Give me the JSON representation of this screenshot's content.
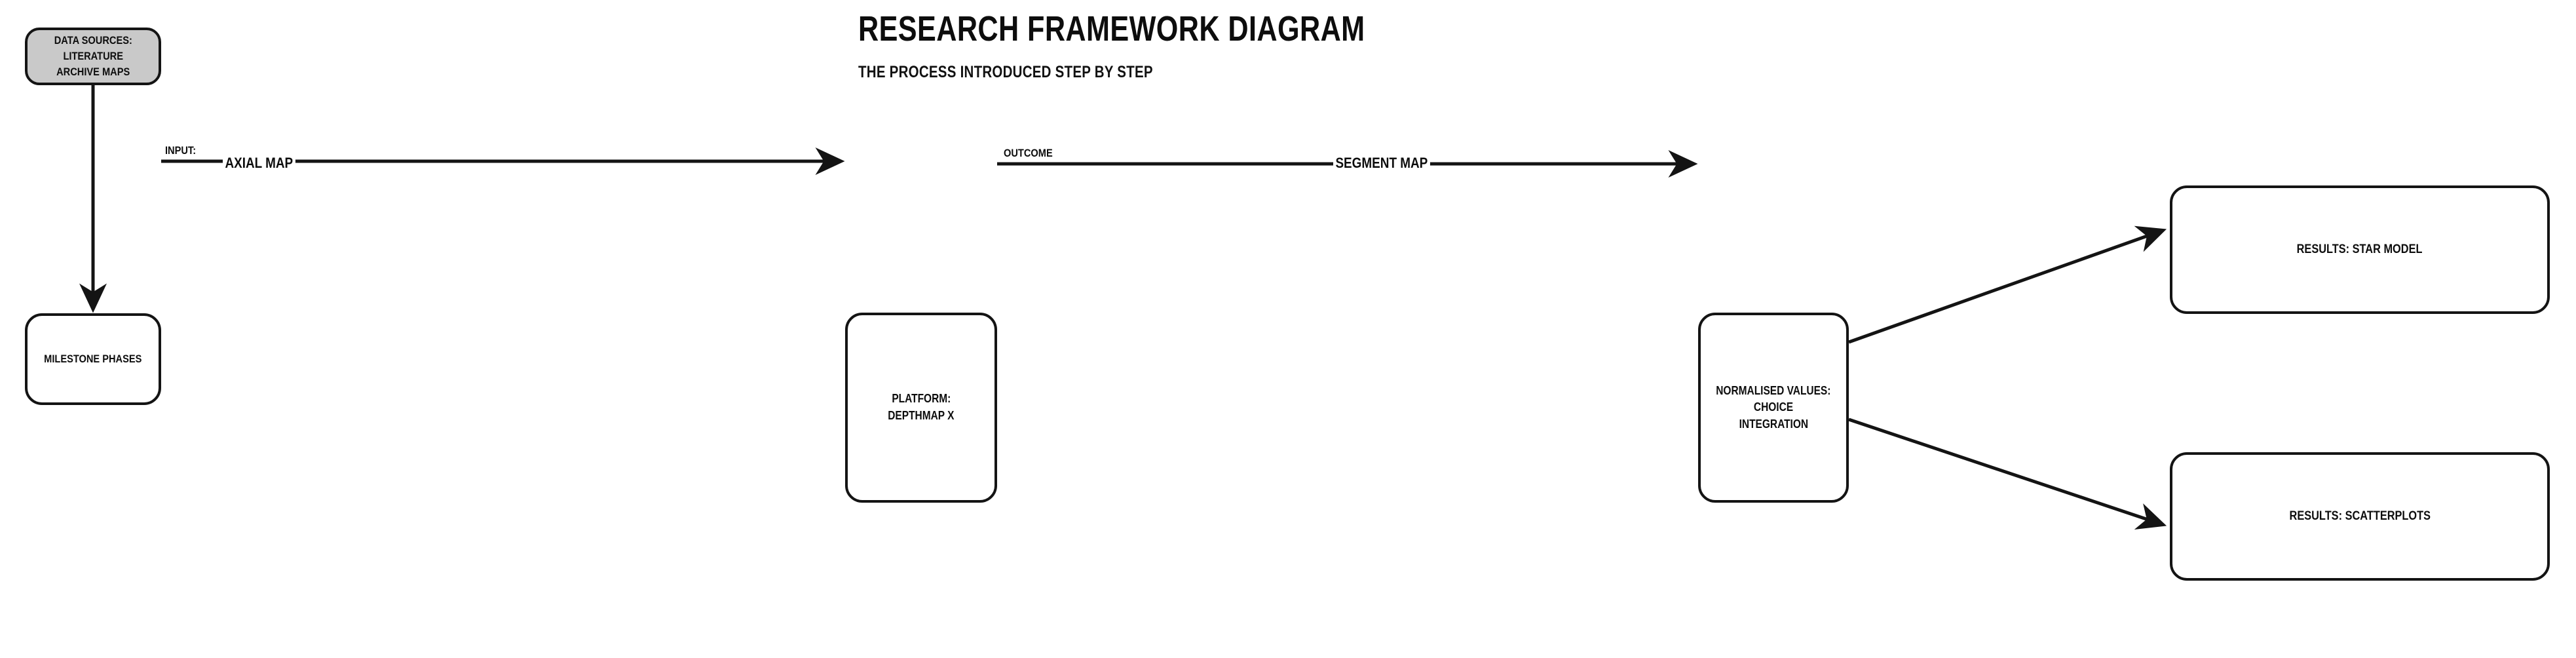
{
  "header": {
    "title": "RESEARCH FRAMEWORK DIAGRAM",
    "subtitle": "THE PROCESS INTRODUCED STEP BY STEP"
  },
  "colors": {
    "background": "#ffffff",
    "stroke": "#141414",
    "text": "#0d0d0d",
    "shaded_fill": "#c9c9c9"
  },
  "nodes": [
    {
      "id": "data-sources",
      "shaded": true,
      "lines": [
        "DATA SOURCES:",
        "LITERATURE",
        "ARCHIVE MAPS"
      ]
    },
    {
      "id": "milestone",
      "shaded": false,
      "lines": [
        "MILESTONE PHASES"
      ]
    },
    {
      "id": "platform",
      "shaded": false,
      "lines": [
        "PLATFORM:",
        "DEPTHMAP X"
      ]
    },
    {
      "id": "normalised",
      "shaded": false,
      "lines": [
        "NORMALISED VALUES:",
        "CHOICE",
        "INTEGRATION"
      ]
    },
    {
      "id": "star",
      "shaded": false,
      "lines": [
        "RESULTS: STAR MODEL"
      ]
    },
    {
      "id": "scatter",
      "shaded": false,
      "lines": [
        "RESULTS: SCATTERPLOTS"
      ]
    }
  ],
  "node_text": {
    "data_sources_l1": "DATA SOURCES:",
    "data_sources_l2": "LITERATURE",
    "data_sources_l3": "ARCHIVE MAPS",
    "milestone_l1": "MILESTONE PHASES",
    "platform_l1": "PLATFORM:",
    "platform_l2": "DEPTHMAP X",
    "normalised_l1": "NORMALISED VALUES:",
    "normalised_l2": "CHOICE",
    "normalised_l3": "INTEGRATION",
    "star_l1": "RESULTS: STAR MODEL",
    "scatter_l1": "RESULTS: SCATTERPLOTS"
  },
  "edges": [
    {
      "id": "data-sources-to-milestone",
      "label": "",
      "from": "data-sources",
      "to": "milestone"
    },
    {
      "id": "milestone-to-platform",
      "label": "AXIAL MAP",
      "from": "milestone",
      "to": "platform",
      "source_label": "INPUT:"
    },
    {
      "id": "platform-to-normalised",
      "label": "SEGMENT MAP",
      "from": "platform",
      "to": "normalised",
      "source_label": "OUTCOME"
    },
    {
      "id": "normalised-to-star",
      "label": "",
      "from": "normalised",
      "to": "star"
    },
    {
      "id": "normalised-to-scatter",
      "label": "",
      "from": "normalised",
      "to": "scatter"
    }
  ],
  "edge_labels": {
    "input": "INPUT:",
    "axial_map": "AXIAL MAP",
    "outcome": "OUTCOME",
    "segment_map": "SEGMENT MAP"
  }
}
